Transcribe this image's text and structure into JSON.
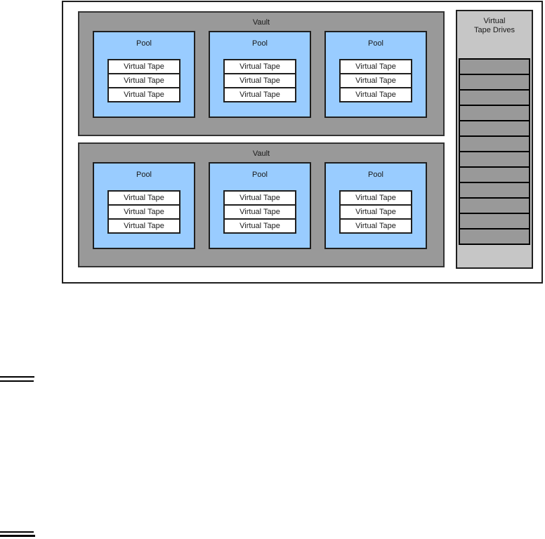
{
  "diagram": {
    "vaults": [
      {
        "label": "Vault",
        "pools": [
          {
            "label": "Pool",
            "tapes": [
              "Virtual Tape",
              "Virtual Tape",
              "Virtual Tape"
            ]
          },
          {
            "label": "Pool",
            "tapes": [
              "Virtual Tape",
              "Virtual Tape",
              "Virtual Tape"
            ]
          },
          {
            "label": "Pool",
            "tapes": [
              "Virtual Tape",
              "Virtual Tape",
              "Virtual Tape"
            ]
          }
        ]
      },
      {
        "label": "Vault",
        "pools": [
          {
            "label": "Pool",
            "tapes": [
              "Virtual Tape",
              "Virtual Tape",
              "Virtual Tape"
            ]
          },
          {
            "label": "Pool",
            "tapes": [
              "Virtual Tape",
              "Virtual Tape",
              "Virtual Tape"
            ]
          },
          {
            "label": "Pool",
            "tapes": [
              "Virtual Tape",
              "Virtual Tape",
              "Virtual Tape"
            ]
          }
        ]
      }
    ],
    "tape_drives": {
      "label_line1": "Virtual",
      "label_line2": "Tape Drives",
      "slot_count": 12
    },
    "colors": {
      "vault_fill": "#999999",
      "pool_fill": "#99CCFF",
      "tape_fill": "#FFFFFF",
      "drives_panel_fill": "#C6C6C6",
      "drive_slot_fill": "#999999",
      "border": "#1F1F1F"
    }
  }
}
